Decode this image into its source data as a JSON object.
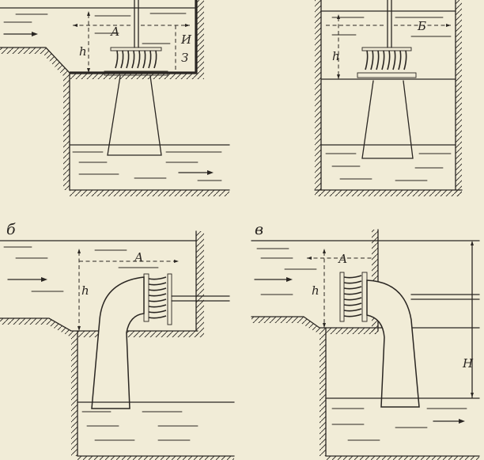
{
  "labels": {
    "A": "А",
    "I": "И",
    "Z": "З",
    "B": "Б",
    "h": "h",
    "H": "Н",
    "panel_b": "б",
    "panel_v": "в"
  },
  "colors": {
    "paper": "#f1ecd7",
    "ink": "#2a2622"
  }
}
